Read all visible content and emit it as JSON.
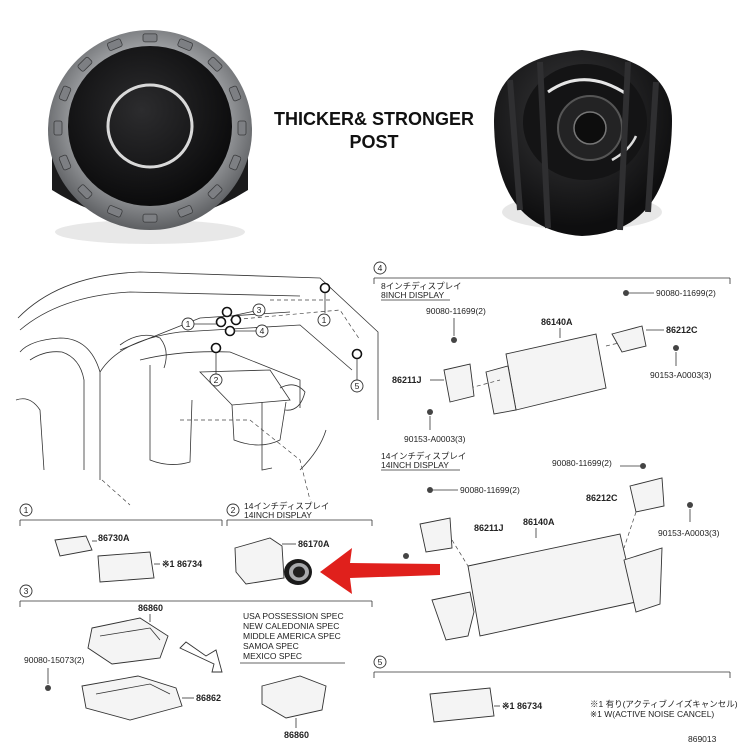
{
  "headline": {
    "line1": "THICKER& STRONGER",
    "line2": "POST"
  },
  "car_callouts": [
    "1",
    "2",
    "3",
    "4",
    "1",
    "5"
  ],
  "section1": {
    "num": "1",
    "part_a": "86730A",
    "part_b": "※1 86734"
  },
  "section2": {
    "num": "2",
    "jp": "14インチディスプレイ",
    "en": "14INCH DISPLAY",
    "part": "86170A"
  },
  "section3": {
    "num": "3",
    "part_top": "86860",
    "bolt": "90080-15073(2)",
    "part_plate": "86862",
    "part_bottom": "86860",
    "specs": [
      "USA POSSESSION SPEC",
      "NEW CALEDONIA SPEC",
      "MIDDLE AMERICA SPEC",
      "SAMOA SPEC",
      "MEXICO SPEC"
    ]
  },
  "section4": {
    "num": "4",
    "upper": {
      "jp": "8インチディスプレイ",
      "en": "8INCH DISPLAY",
      "screw_tr": "90080-11699(2)",
      "screw_tl": "90080-11699(2)",
      "display": "86140A",
      "bracket_r": "86212C",
      "bracket_l": "86211J",
      "nut_r": "90153-A0003(3)",
      "nut_l": "90153-A0003(3)"
    },
    "lower": {
      "jp": "14インチディスプレイ",
      "en": "14INCH DISPLAY",
      "screw_tr": "90080-11699(2)",
      "screw_tl": "90080-11699(2)",
      "bracket_r": "86212C",
      "bracket_l": "86211J",
      "display": "86140A",
      "nut_r": "90153-A0003(3)"
    }
  },
  "section5": {
    "num": "5",
    "part": "※1 86734",
    "note1": "※1 有り(アクティブノイズキャンセル)",
    "note2": "※1 W(ACTIVE NOISE CANCEL)"
  },
  "diagram_id": "869013",
  "colors": {
    "arrow": "#e0201c",
    "knob_black": "#1a1a1a",
    "knob_silver": "#b9bbbe"
  }
}
